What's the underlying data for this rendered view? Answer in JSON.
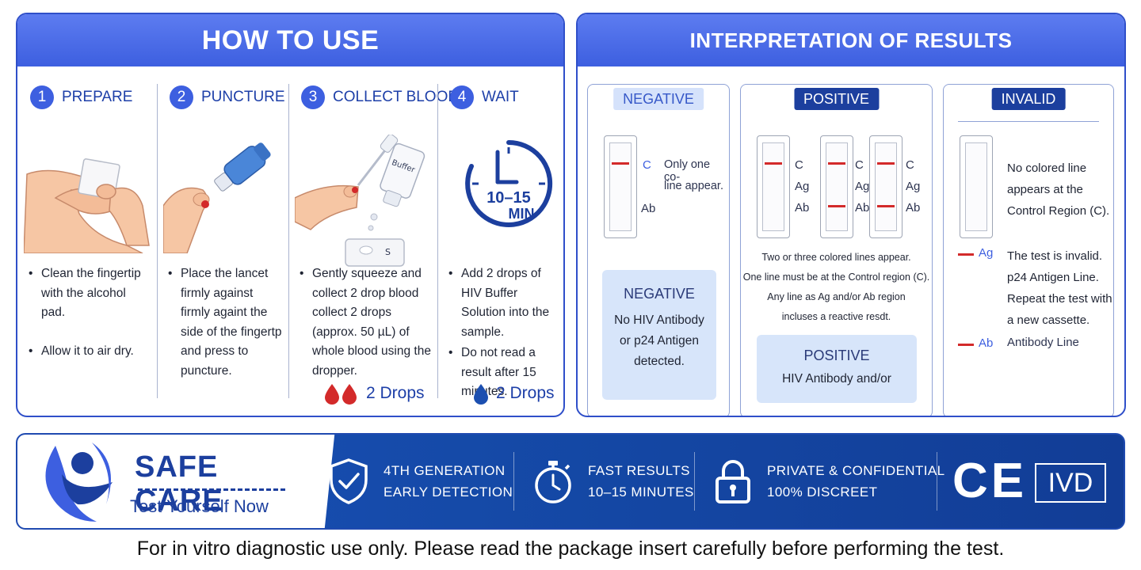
{
  "how_to_use": {
    "title": "HOW TO USE",
    "steps": [
      {
        "number": "1",
        "title": "PREPARE",
        "bullets": [
          "Clean the fingertip with the alcohol pad.",
          "Allow it to air dry."
        ]
      },
      {
        "number": "2",
        "title": "PUNCTURE",
        "bullets": [
          "Place the lancet firmly against firmly againt the side of the fingertp and press to puncture."
        ]
      },
      {
        "number": "3",
        "title": "COLLECT BLOOD",
        "bullets": [
          "Gently squeeze and collect 2 drop blood collect 2 drops (approx. 50 µL) of whole blood using the dropper."
        ],
        "bottle_label": "Buffer",
        "well_label": "S",
        "drops_label": "2 Drops"
      },
      {
        "number": "4",
        "title": "WAIT",
        "bullets": [
          "Add 2 drops of HIV Buffer Solution into the sample.",
          "Do not read a result after 15 minutes."
        ],
        "timer_value": "10–15",
        "timer_unit": "MIN",
        "drops_label": "2 Drops"
      }
    ]
  },
  "interpretation": {
    "title": "INTERPRETATION OF RESULTS",
    "negative": {
      "badge": "NEGATIVE",
      "c_label": "C",
      "ab_label": "Ab",
      "note_line1": "Only one co-",
      "note_line2": "line appear.",
      "box_title": "NEGATIVE",
      "box_text": [
        "No HIV Antibody",
        "or p24 Antigen",
        "detected."
      ]
    },
    "positive": {
      "badge": "POSITIVE",
      "labels": [
        "C",
        "Ag",
        "Ab"
      ],
      "description": [
        "Two or three colored lines appear.",
        "One line must be at the Control region (C).",
        "Any line as Ag and/or Ab region",
        "incluses a reactive resdt."
      ],
      "box_title": "POSITIVE",
      "box_text": "HIV Antibody and/or"
    },
    "invalid": {
      "badge": "INVALID",
      "note": [
        "No colored line",
        "appears at the",
        "Control Region (C)."
      ],
      "ag_label": "Ag",
      "ab_label": "Ab",
      "ag_text": [
        "The test is invalid.",
        "p24 Antigen Line.",
        "Repeat the test with",
        "a new cassette."
      ],
      "ab_text": "Antibody Line"
    }
  },
  "footer": {
    "brand_name": "SAFE CARE",
    "tagline": "Test Yourself Now",
    "features": [
      {
        "icon": "shield-check-icon",
        "line1": "4TH GENERATION",
        "line2": "EARLY DETECTION"
      },
      {
        "icon": "stopwatch-icon",
        "line1": "FAST RESULTS",
        "line2": "10–15 MINUTES"
      },
      {
        "icon": "padlock-icon",
        "line1": "PRIVATE & CONFIDENTIAL",
        "line2": "100% DISCREET"
      }
    ],
    "ce_mark": "CE",
    "ivd_mark": "IVD"
  },
  "disclaimer": "For in vitro diagnostic use only. Please read the package insert carefully before performing the test.",
  "colors": {
    "primary": "#3d5fe0",
    "dark_blue": "#1c3f9e",
    "test_line_red": "#d32a2a",
    "light_box": "#d7e5fa"
  }
}
